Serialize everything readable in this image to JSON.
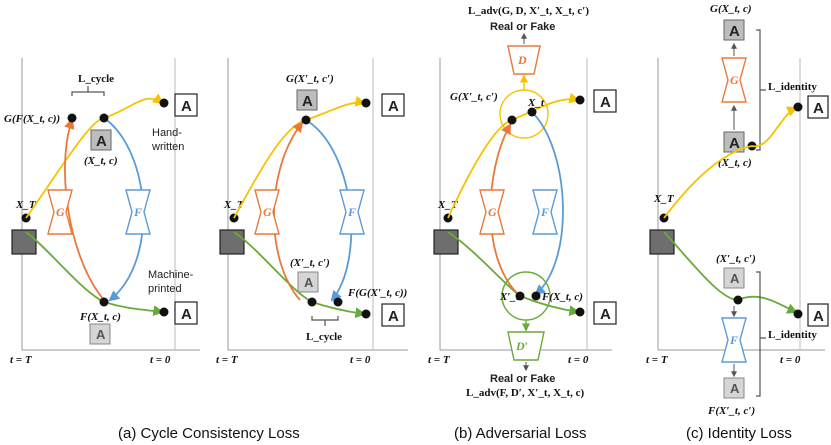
{
  "captions": {
    "a": "(a) Cycle Consistency Loss",
    "b": "(b) Adversarial Loss",
    "c": "(c) Identity Loss"
  },
  "axis": {
    "t_start": "t = T",
    "t_end": "t = 0"
  },
  "nets": {
    "g": "G",
    "f": "F",
    "d": "D",
    "d_prime": "D′"
  },
  "glyph": "A",
  "labels": {
    "x_t_big": "X_T",
    "panel_a": {
      "loss": "L_cycle",
      "gf": "G(F(X_t, c))",
      "xtc": "(X_t, c)",
      "fxtc": "F(X_t, c)",
      "handwritten_1": "Hand-",
      "handwritten_2": "written",
      "machine_1": "Machine-",
      "machine_2": "printed"
    },
    "panel_a2": {
      "loss": "L_cycle",
      "gxc": "G(X′_t, c′)",
      "xtc_prime": "(X′_t, c′)",
      "fg": "F(G(X′_t, c))"
    },
    "panel_b": {
      "loss_top": "L_adv(G, D, X′_t, X_t, c′)",
      "real_fake_top": "Real or Fake",
      "gxc": "G(X′_t, c′)",
      "xt": "X_t",
      "xt_prime": "X′_t",
      "fxtc": "F(X_t, c)",
      "real_fake_bottom": "Real or Fake",
      "loss_bottom": "L_adv(F, D′, X′_t, X_t, c)"
    },
    "panel_c": {
      "gxtc": "G(X_t, c)",
      "loss_top": "L_identity",
      "xtc": "(X_t, c)",
      "xtc_prime": "(X′_t, c′)",
      "loss_bottom": "L_identity",
      "fxtc": "F(X′_t, c′)"
    }
  },
  "colors": {
    "g_orange": "#E8793A",
    "f_blue": "#5B9BD5",
    "gold": "#F5C400",
    "green": "#6AAA3A",
    "axis_gray": "#999999",
    "box_gray": "#6E6E6E"
  }
}
